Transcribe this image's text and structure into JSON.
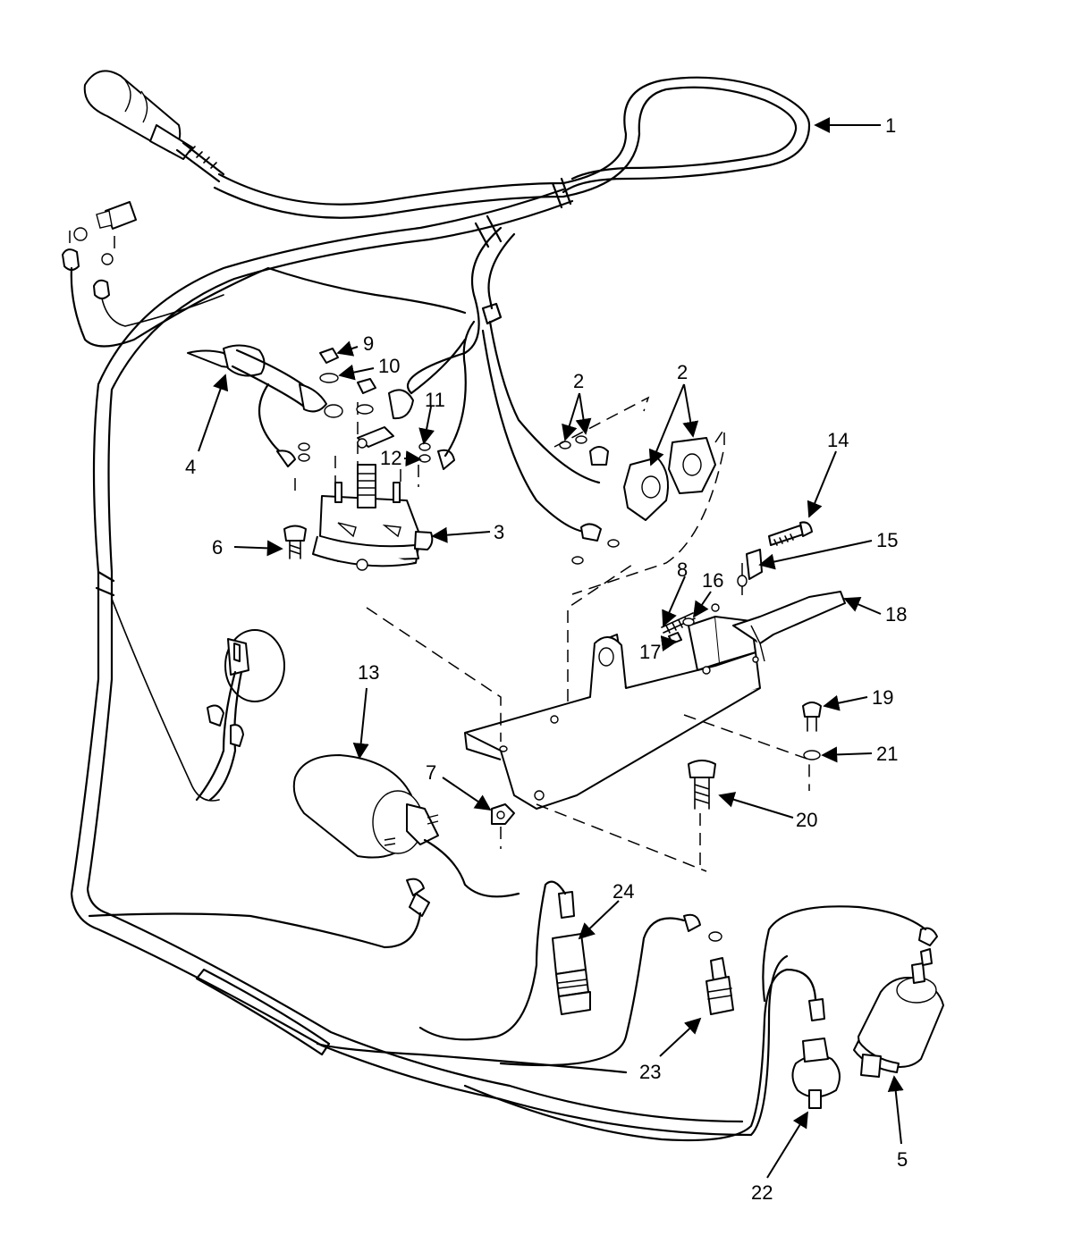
{
  "callouts": [
    {
      "id": "c1",
      "text": "1"
    },
    {
      "id": "c2a",
      "text": "2"
    },
    {
      "id": "c2b",
      "text": "2"
    },
    {
      "id": "c3",
      "text": "3"
    },
    {
      "id": "c4",
      "text": "4"
    },
    {
      "id": "c5",
      "text": "5"
    },
    {
      "id": "c6",
      "text": "6"
    },
    {
      "id": "c7",
      "text": "7"
    },
    {
      "id": "c8",
      "text": "8"
    },
    {
      "id": "c9",
      "text": "9"
    },
    {
      "id": "c10",
      "text": "10"
    },
    {
      "id": "c11",
      "text": "11"
    },
    {
      "id": "c12",
      "text": "12"
    },
    {
      "id": "c13",
      "text": "13"
    },
    {
      "id": "c14",
      "text": "14"
    },
    {
      "id": "c15",
      "text": "15"
    },
    {
      "id": "c16",
      "text": "16"
    },
    {
      "id": "c17",
      "text": "17"
    },
    {
      "id": "c18",
      "text": "18"
    },
    {
      "id": "c19",
      "text": "19"
    },
    {
      "id": "c20",
      "text": "20"
    },
    {
      "id": "c21",
      "text": "21"
    },
    {
      "id": "c22",
      "text": "22"
    },
    {
      "id": "c23",
      "text": "23"
    },
    {
      "id": "c24",
      "text": "24"
    }
  ]
}
